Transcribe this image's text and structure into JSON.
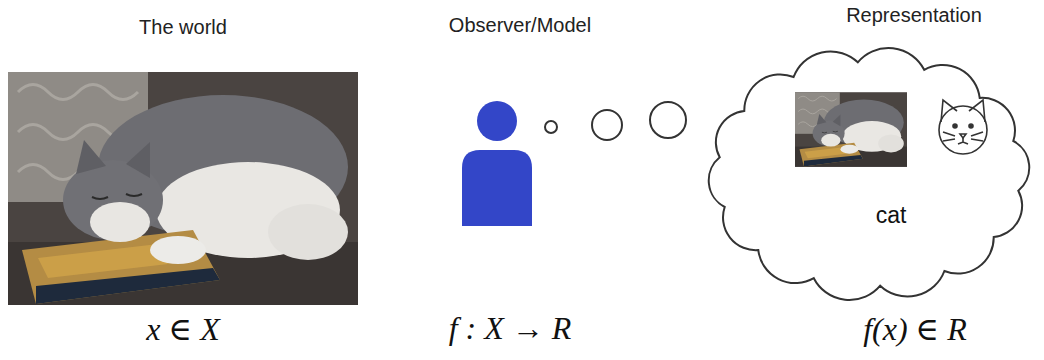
{
  "diagram": {
    "nodes": [
      {
        "text": [
          "cat"
        ]
      }
    ],
    "labels": [
      "The world",
      "Observer/Model",
      "Representation",
      "x ∈ X",
      "f : X → R",
      "f(x) ∈ R"
    ]
  }
}
